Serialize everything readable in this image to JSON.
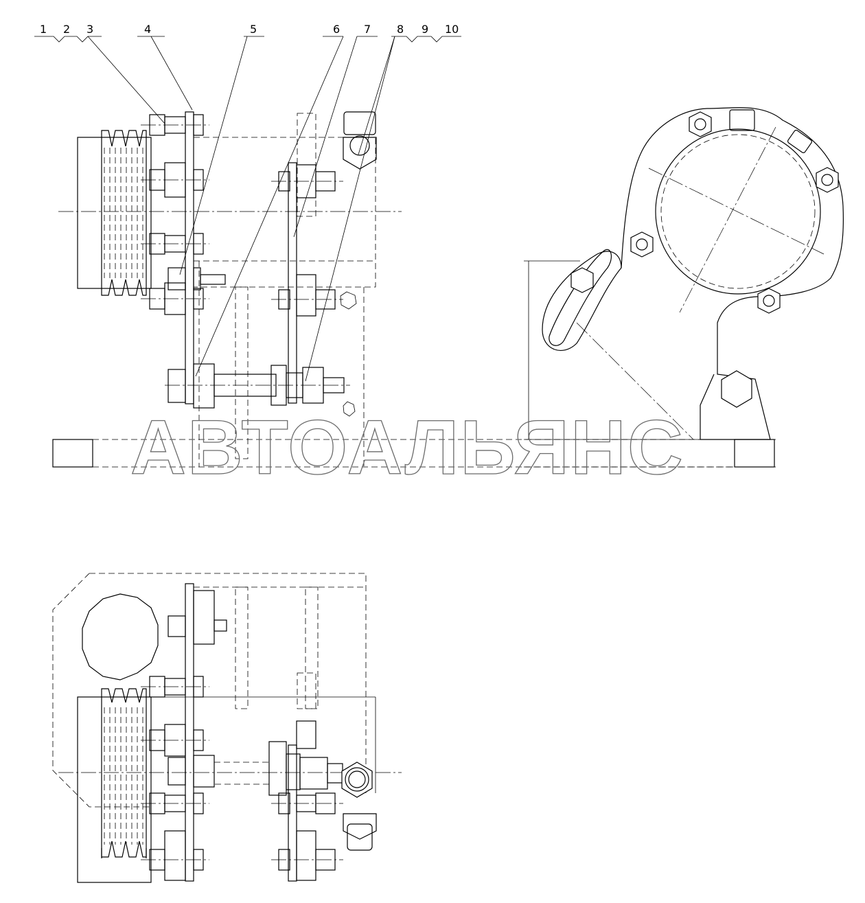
{
  "callouts": [
    "1",
    "2",
    "3",
    "4",
    "5",
    "6",
    "7",
    "8",
    "9",
    "10"
  ],
  "watermark": "АВТОАЛЬЯНС"
}
